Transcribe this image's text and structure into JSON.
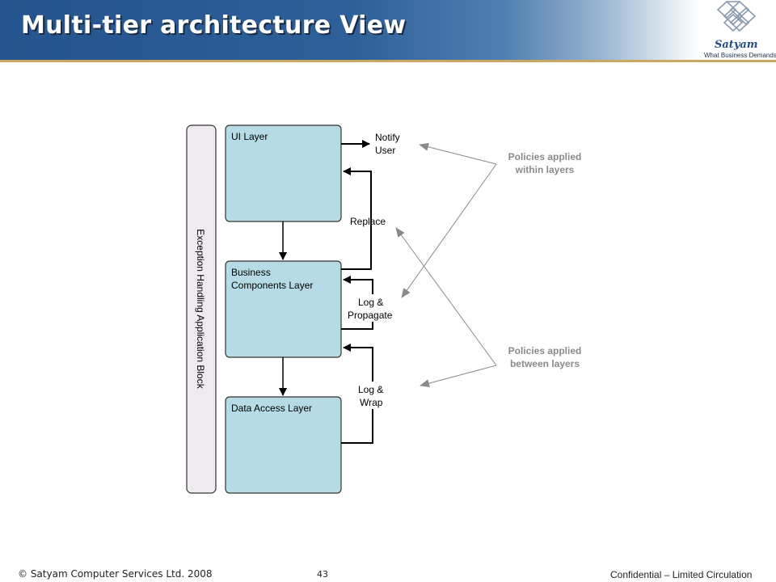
{
  "title": "Multi-tier architecture View",
  "logo": {
    "name": "Satyam",
    "tagline": "What Business Demands."
  },
  "diagram": {
    "side_block": "Exception Handling Application Block",
    "layers": [
      "UI Layer",
      "Business",
      "Components Layer",
      "Data Access Layer"
    ],
    "actions": {
      "notify": [
        "Notify",
        "User"
      ],
      "replace": "Replace",
      "log_propagate": [
        "Log &",
        "Propagate"
      ],
      "log_wrap": [
        "Log &",
        "Wrap"
      ]
    },
    "policies": {
      "within": [
        "Policies applied",
        "within layers"
      ],
      "between": [
        "Policies applied",
        "between layers"
      ]
    }
  },
  "footer": {
    "copyright": "© Satyam Computer Services Ltd. 2008",
    "page": "43",
    "confidential": "Confidential – Limited Circulation"
  },
  "colors": {
    "header_blue": "#25548e",
    "layer_fill": "#b7dbe6",
    "side_fill": "#efe9f0",
    "policy_gray": "#8a8a8a"
  }
}
